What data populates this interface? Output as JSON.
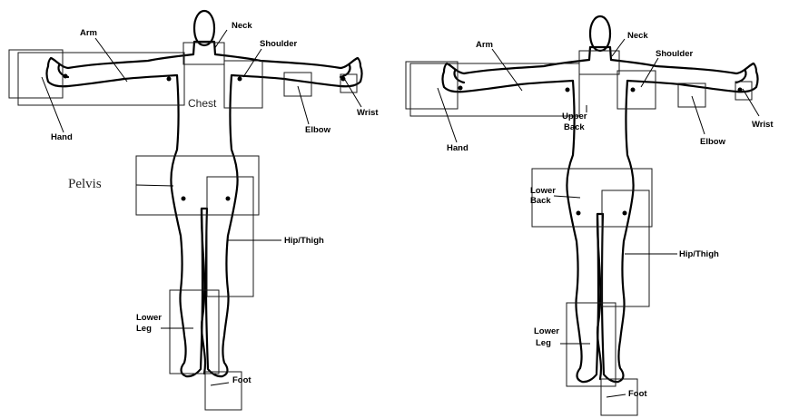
{
  "figure_a": {
    "labels": {
      "neck": "Neck",
      "arm": "Arm",
      "shoulder": "Shoulder",
      "chest": "Chest",
      "hand": "Hand",
      "elbow": "Elbow",
      "wrist": "Wrist",
      "pelvis": "Pelvis",
      "hip_thigh": "Hip/Thigh",
      "lower_leg_1": "Lower",
      "lower_leg_2": "Leg",
      "foot": "Foot"
    }
  },
  "figure_b": {
    "labels": {
      "neck": "Neck",
      "arm": "Arm",
      "shoulder": "Shoulder",
      "upper_back_1": "Upper",
      "upper_back_2": "Back",
      "hand": "Hand",
      "elbow": "Elbow",
      "wrist": "Wrist",
      "lower_back_1": "Lower",
      "lower_back_2": "Back",
      "hip_thigh": "Hip/Thigh",
      "lower_leg_1": "Lower",
      "lower_leg_2": "Leg",
      "foot": "Foot"
    }
  }
}
